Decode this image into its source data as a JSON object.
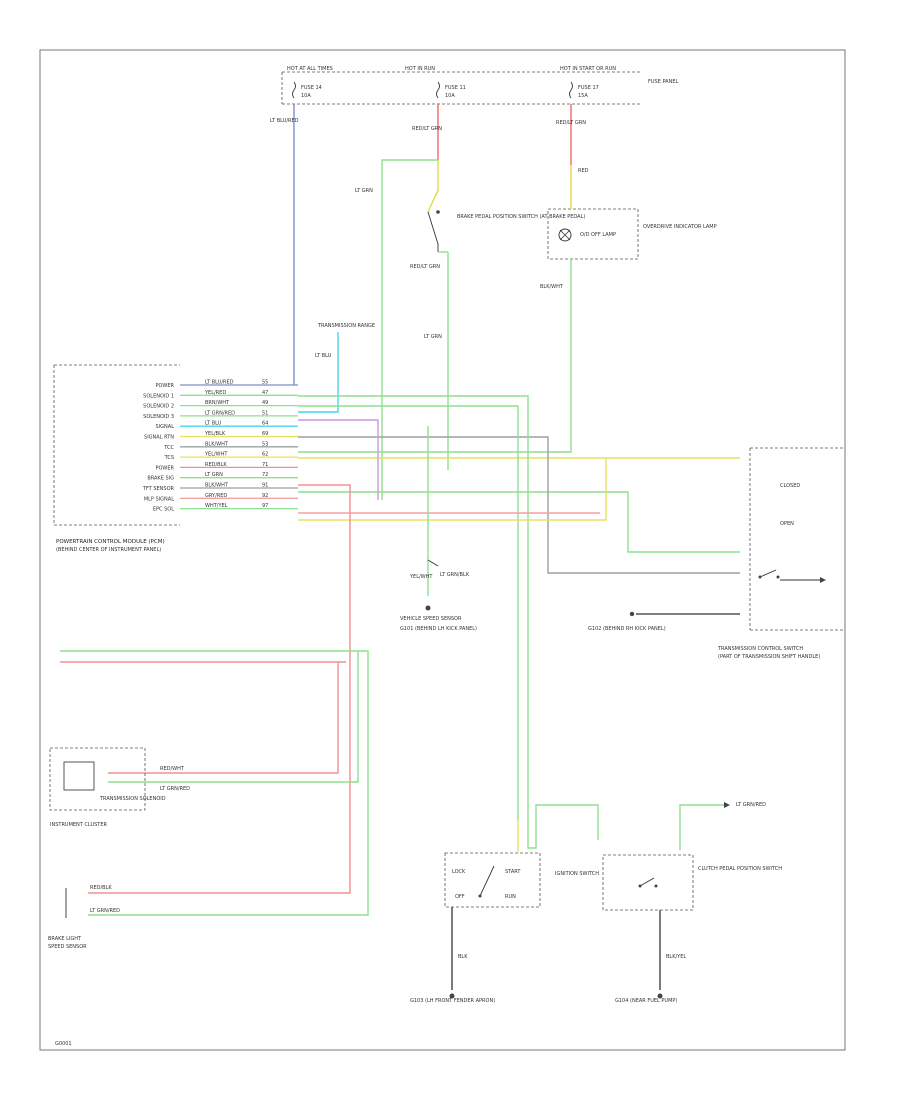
{
  "diagram": {
    "top_bar": {
      "left_label": "HOT AT ALL TIMES",
      "center_label": "HOT IN RUN",
      "right_label": "HOT IN START OR RUN",
      "box_label": "FUSE PANEL",
      "fuses": [
        {
          "name": "FUSE 14",
          "rating": "10A"
        },
        {
          "name": "FUSE 11",
          "rating": "10A"
        },
        {
          "name": "FUSE 17",
          "rating": "15A"
        }
      ]
    },
    "top_wires": [
      {
        "label": "LT BLU/RED"
      },
      {
        "label": "RED/LT GRN"
      },
      {
        "label": "RED/LT GRN"
      }
    ],
    "brake_switch": {
      "label": "BRAKE PEDAL POSITION SWITCH (AT BRAKE PEDAL)",
      "wire_labels": [
        "LT GRN",
        "RED/LT GRN",
        "LT GRN"
      ]
    },
    "overdrive_switch": {
      "label": "OVERDRIVE INDICATOR LAMP",
      "inner_label": "O/D OFF LAMP",
      "wire_labels": [
        "RED",
        "BLK/WHT"
      ]
    },
    "resistor": {
      "label": "TRANSMISSION RANGE",
      "wire_label": "LT BLU"
    },
    "pcm": {
      "title": "POWERTRAIN CONTROL MODULE (PCM)",
      "sub": "(BEHIND CENTER OF INSTRUMENT PANEL)",
      "pins": [
        {
          "name": "POWER",
          "wire": "LT BLU/RED",
          "pin": "55"
        },
        {
          "name": "SOLENOID 1",
          "wire": "YEL/RED",
          "pin": "47"
        },
        {
          "name": "SOLENOID 2",
          "wire": "BRN/WHT",
          "pin": "49"
        },
        {
          "name": "SOLENOID 3",
          "wire": "LT GRN/RED",
          "pin": "51"
        },
        {
          "name": "SIGNAL",
          "wire": "LT BLU",
          "pin": "64"
        },
        {
          "name": "SIGNAL RTN",
          "wire": "YEL/BLK",
          "pin": "69"
        },
        {
          "name": "TCC",
          "wire": "BLK/WHT",
          "pin": "53"
        },
        {
          "name": "TCS",
          "wire": "YEL/WHT",
          "pin": "62"
        },
        {
          "name": "POWER",
          "wire": "RED/BLK",
          "pin": "71"
        },
        {
          "name": "BRAKE SIG",
          "wire": "LT GRN",
          "pin": "72"
        },
        {
          "name": "TFT SENSOR",
          "wire": "BLK/WHT",
          "pin": "91"
        },
        {
          "name": "MLP SIGNAL",
          "wire": "GRY/RED",
          "pin": "92"
        },
        {
          "name": "EPC SOL",
          "wire": "WHT/YEL",
          "pin": "97"
        }
      ]
    },
    "tcs_switch": {
      "label": "TRANSMISSION CONTROL SWITCH",
      "inner": [
        "CLOSED",
        "OPEN"
      ],
      "note": "(PART OF TRANSMISSION SHIFT HANDLE)"
    },
    "vss": {
      "label": "VEHICLE SPEED SENSOR",
      "wire_labels": [
        "YEL/WHT",
        "LT GRN/BLK"
      ]
    },
    "ground_labels": [
      "G101 (BEHIND LH KICK PANEL)",
      "G102 (BEHIND RH KICK PANEL)",
      "G103 (LH FRONT FENDER APRON)",
      "G104 (NEAR FUEL PUMP)"
    ],
    "bottom": {
      "ignition_label": "IGNITION SWITCH",
      "clutch_label": "CLUTCH PEDAL POSITION SWITCH",
      "inner": [
        "LOCK",
        "START",
        "RUN",
        "OFF"
      ],
      "wire_labels": [
        "BLK",
        "BLK/YEL",
        "LT GRN/RED"
      ]
    },
    "left_module": {
      "label": "TRANSMISSION SOLENOID",
      "sub": "INSTRUMENT CLUSTER",
      "wire_labels": [
        "RED/WHT",
        "LT GRN/RED"
      ]
    },
    "lower_left": {
      "labels": [
        "BRAKE LIGHT",
        "SPEED SENSOR"
      ],
      "wire_labels": [
        "RED/BLK",
        "LT GRN/RED"
      ]
    },
    "corner_code": "G0001"
  }
}
